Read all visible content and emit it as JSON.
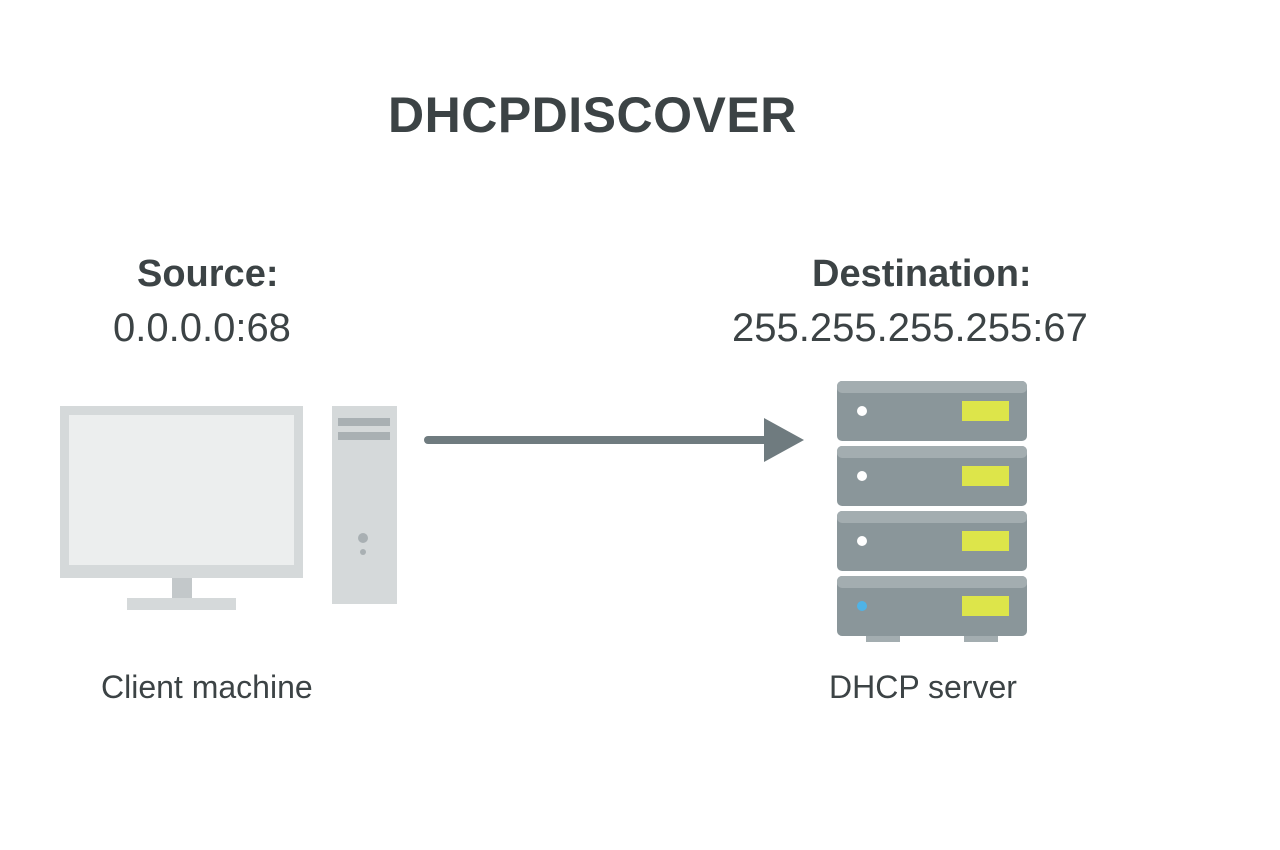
{
  "title": "DHCPDISCOVER",
  "source": {
    "heading": "Source:",
    "address": "0.0.0.0:68"
  },
  "destination": {
    "heading": "Destination:",
    "address": "255.255.255.255:67"
  },
  "client": {
    "caption": "Client machine",
    "icon": "desktop-computer-icon"
  },
  "server": {
    "caption": "DHCP server",
    "icon": "server-rack-icon"
  },
  "arrow": {
    "direction": "client-to-server"
  },
  "colors": {
    "text": "#3c4345",
    "computer": "#d5d9da",
    "computer_screen": "#eceeee",
    "server_body": "#8a969a",
    "server_top": "#a3adb0",
    "server_led": "#dde54a",
    "arrow": "#6f7b7f",
    "power_led": "#4fb3e6"
  }
}
